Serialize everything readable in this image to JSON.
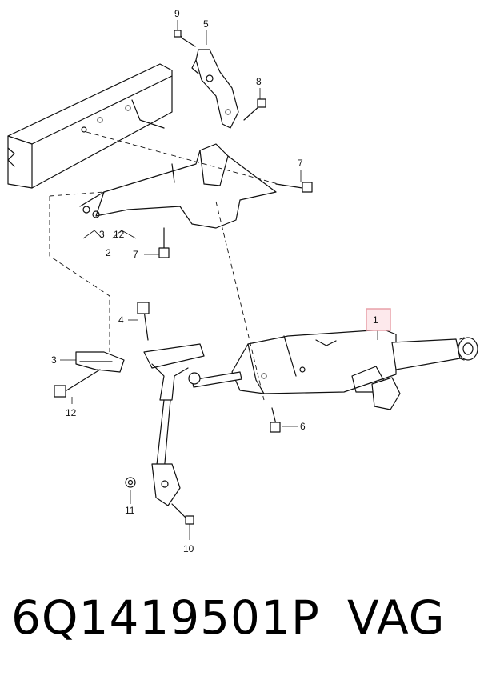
{
  "callouts": {
    "c1": "1",
    "c2": "2",
    "c3a": "3",
    "c12a": "12",
    "c3b": "3",
    "c4": "4",
    "c5": "5",
    "c6": "6",
    "c7a": "7",
    "c7b": "7",
    "c8": "8",
    "c9": "9",
    "c10": "10",
    "c11": "11",
    "c12b": "12"
  },
  "highlight_color": "#e8a0a8",
  "part_number": "6Q1419501P",
  "brand": "VAG"
}
